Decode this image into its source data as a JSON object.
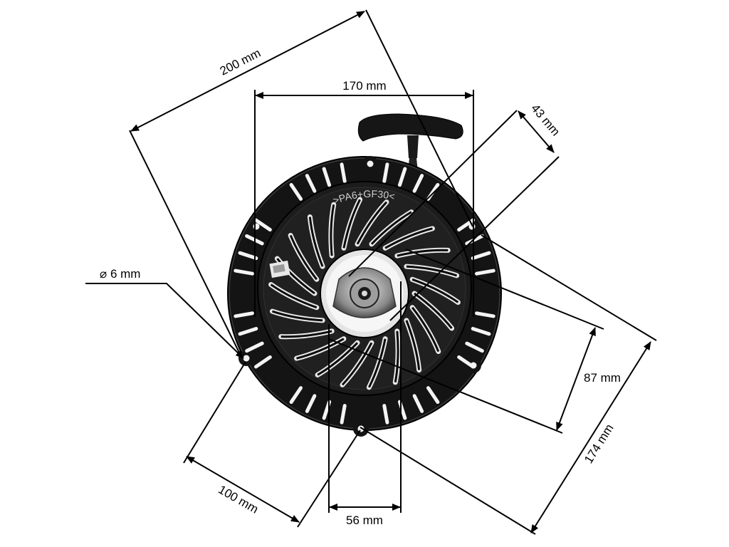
{
  "product": {
    "name": "recoil-starter",
    "material_marking": ">PA6+GF30<",
    "colors": {
      "housing": "#151515",
      "spoke": "#0a0a0a",
      "highlight": "#f4f4f4",
      "metal": "#bfbfbf",
      "line": "#000000"
    }
  },
  "dimensions": {
    "d200": "200 mm",
    "d170": "170 mm",
    "d43": "43 mm",
    "d6": "⌀ 6 mm",
    "d87": "87 mm",
    "d174": "174 mm",
    "d100": "100 mm",
    "d56": "56 mm"
  }
}
